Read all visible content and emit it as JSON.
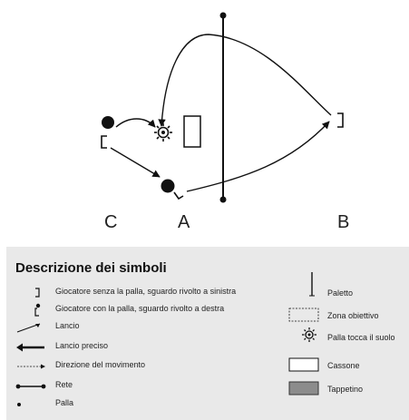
{
  "diagram": {
    "players": [
      {
        "label": "C"
      },
      {
        "label": "A"
      },
      {
        "label": "B"
      }
    ]
  },
  "legend": {
    "title": "Descrizione dei simboli",
    "left_items": [
      {
        "icon": "player-without-ball-icon",
        "text": "Giocatore senza la palla, sguardo rivolto a sinistra"
      },
      {
        "icon": "player-with-ball-icon",
        "text": "Giocatore con la palla, sguardo rivolto a destra"
      },
      {
        "icon": "throw-arrow-icon",
        "text": "Lancio"
      },
      {
        "icon": "precise-throw-arrow-icon",
        "text": "Lancio preciso"
      },
      {
        "icon": "movement-arrow-icon",
        "text": "Direzione del movimento"
      },
      {
        "icon": "net-icon",
        "text": "Rete"
      },
      {
        "icon": "ball-icon",
        "text": "Palla"
      }
    ],
    "right_items": [
      {
        "icon": "post-icon",
        "text": "Paletto"
      },
      {
        "icon": "target-zone-icon",
        "text": "Zona obiettivo"
      },
      {
        "icon": "ball-touches-ground-icon",
        "text": "Palla tocca il suolo"
      },
      {
        "icon": "box-icon",
        "text": "Cassone"
      },
      {
        "icon": "mat-icon",
        "text": "Tappetino"
      }
    ]
  },
  "colors": {
    "legend_bg": "#e9e9e9",
    "ink": "#111111",
    "mat_fill": "#8c8c8c"
  }
}
